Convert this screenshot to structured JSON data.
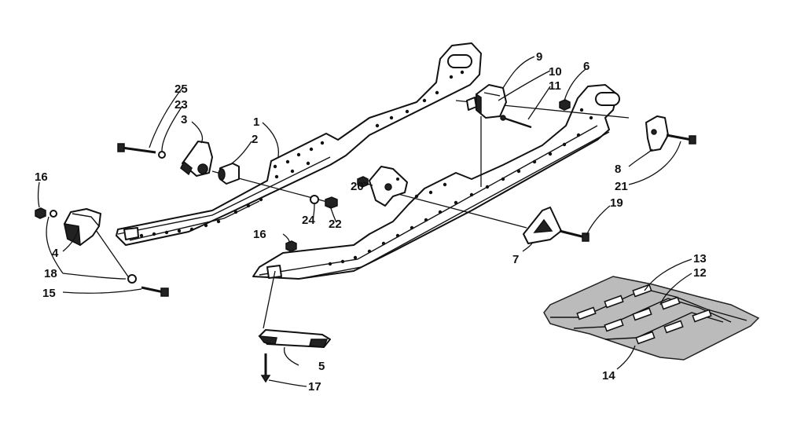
{
  "diagram": {
    "labels": [
      {
        "id": "l1",
        "text": "1"
      },
      {
        "id": "l2",
        "text": "2"
      },
      {
        "id": "l3",
        "text": "3"
      },
      {
        "id": "l4",
        "text": "4"
      },
      {
        "id": "l5",
        "text": "5"
      },
      {
        "id": "l6",
        "text": "6"
      },
      {
        "id": "l7",
        "text": "7"
      },
      {
        "id": "l8",
        "text": "8"
      },
      {
        "id": "l9",
        "text": "9"
      },
      {
        "id": "l10",
        "text": "10"
      },
      {
        "id": "l11",
        "text": "11"
      },
      {
        "id": "l12",
        "text": "12"
      },
      {
        "id": "l13",
        "text": "13"
      },
      {
        "id": "l14",
        "text": "14"
      },
      {
        "id": "l15",
        "text": "15"
      },
      {
        "id": "l16a",
        "text": "16"
      },
      {
        "id": "l16b",
        "text": "16"
      },
      {
        "id": "l17",
        "text": "17"
      },
      {
        "id": "l18",
        "text": "18"
      },
      {
        "id": "l19",
        "text": "19"
      },
      {
        "id": "l20",
        "text": "20"
      },
      {
        "id": "l21",
        "text": "21"
      },
      {
        "id": "l22",
        "text": "22"
      },
      {
        "id": "l23",
        "text": "23"
      },
      {
        "id": "l24",
        "text": "24"
      },
      {
        "id": "l25",
        "text": "25"
      }
    ]
  }
}
